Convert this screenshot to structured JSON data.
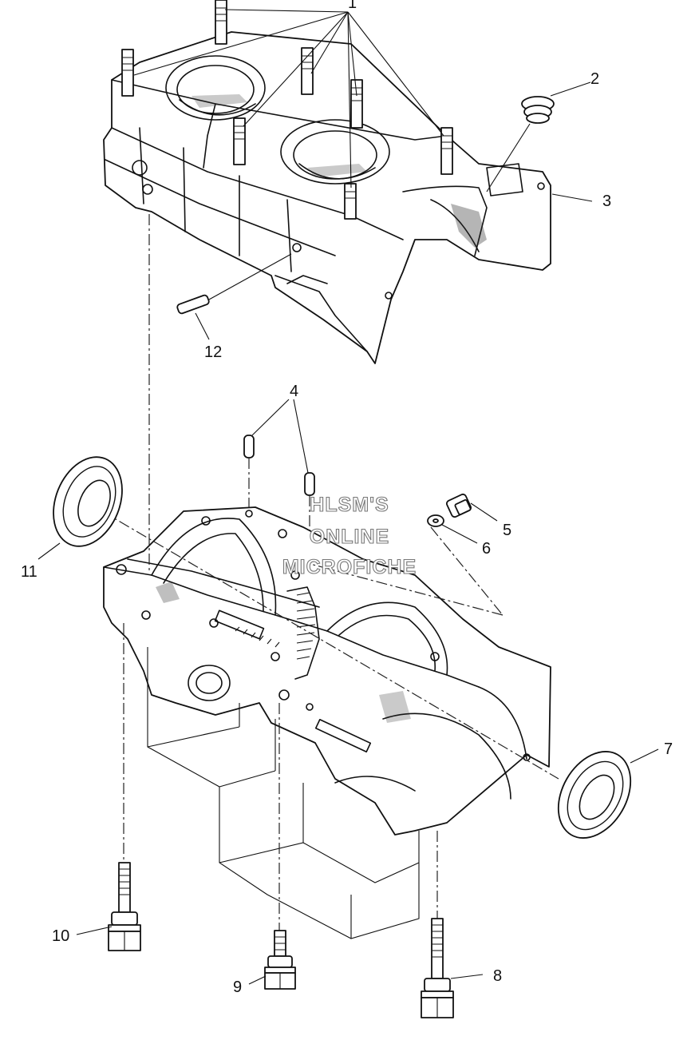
{
  "callouts": [
    {
      "id": "c1",
      "label": "1"
    },
    {
      "id": "c2",
      "label": "2"
    },
    {
      "id": "c3",
      "label": "3"
    },
    {
      "id": "c4",
      "label": "4"
    },
    {
      "id": "c5",
      "label": "5"
    },
    {
      "id": "c6",
      "label": "6"
    },
    {
      "id": "c7",
      "label": "7"
    },
    {
      "id": "c8",
      "label": "8"
    },
    {
      "id": "c9",
      "label": "9"
    },
    {
      "id": "c10",
      "label": "10"
    },
    {
      "id": "c11",
      "label": "11"
    },
    {
      "id": "c12",
      "label": "12"
    }
  ],
  "watermark": {
    "line1": "HLSM'S",
    "line2": "ONLINE",
    "line3": "MICROFICHE"
  }
}
